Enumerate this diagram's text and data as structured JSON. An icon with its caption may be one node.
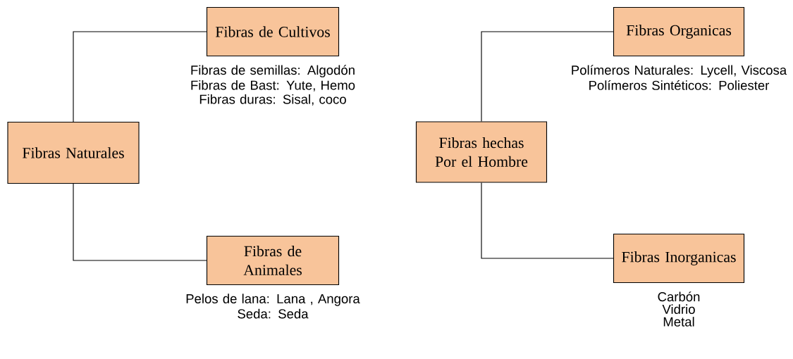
{
  "diagram": {
    "nodes": [
      {
        "text": [
          "Fibras Naturales"
        ]
      },
      {
        "text": [
          "Fibras de Cultivos"
        ],
        "beside": [
          "Fibras de semillas: Algodón",
          "Fibras de Bast: Yute, Hemo",
          "Fibras duras: Sisal, coco"
        ]
      },
      {
        "text": [
          "Fibras de Animales"
        ],
        "beside": [
          "Pelos de lana: Lana , Angora",
          "Seda: Seda"
        ]
      },
      {
        "text": [
          "Fibras hechas Por el Hombre"
        ]
      },
      {
        "text": [
          "Fibras Organicas"
        ],
        "beside": [
          "Polímeros Naturales: Lycell, Viscosa",
          "Polímeros Sintéticos: Poliester"
        ]
      },
      {
        "text": [
          "Fibras Inorganicas"
        ],
        "beside": [
          "Carbón",
          "Vidrio",
          "Metal"
        ]
      }
    ],
    "edges": [
      {
        "from": 0,
        "to": 1,
        "arrow": "none"
      },
      {
        "from": 0,
        "to": 2,
        "arrow": "none"
      },
      {
        "from": 3,
        "to": 4,
        "arrow": "none"
      },
      {
        "from": 3,
        "to": 5,
        "arrow": "none"
      }
    ]
  }
}
